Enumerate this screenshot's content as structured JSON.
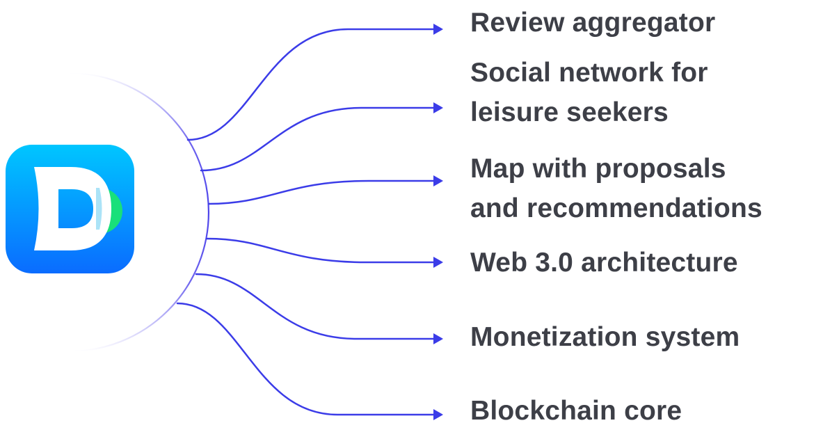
{
  "logo": {
    "icon": "app-logo-d-icon",
    "gradient_top": "#00c6ff",
    "gradient_bottom": "#0a6cff",
    "accent_color": "#19e07a",
    "letter_color": "#ffffff"
  },
  "colors": {
    "connector": "#3b3ce8",
    "arc_start": "#3b3ce8",
    "arc_end": "#ffffff",
    "label_text": "#3d3f47"
  },
  "features": [
    {
      "lines": [
        "Review aggregator"
      ]
    },
    {
      "lines": [
        "Social network for",
        "leisure seekers"
      ]
    },
    {
      "lines": [
        "Map with proposals",
        "and recommendations"
      ]
    },
    {
      "lines": [
        "Web 3.0 architecture"
      ]
    },
    {
      "lines": [
        "Monetization system"
      ]
    },
    {
      "lines": [
        "Blockchain core"
      ]
    }
  ]
}
